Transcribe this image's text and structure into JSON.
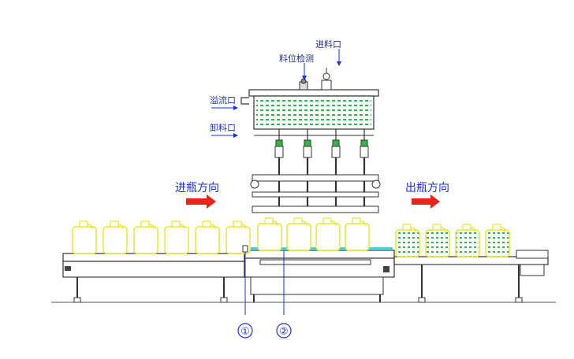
{
  "labels": {
    "feed_inlet": "进料口",
    "level_detection": "料位检测",
    "overflow_port": "溢流口",
    "discharge_port": "卸料口",
    "bottle_in_direction": "进瓶方向",
    "bottle_out_direction": "出瓶方向",
    "callout_1": "①",
    "callout_2": "②"
  },
  "colors": {
    "line": "#333333",
    "label_blue": "#1a2fd6",
    "arrow_red": "#e8231c",
    "bottle_outline": "#e6e62a",
    "tank_fill": "#2db84a",
    "nozzle_cyan": "#29c9d6",
    "callout_blue": "#1a2fd6"
  },
  "bottles": {
    "incoming_empty": 6,
    "under_filling": 4,
    "outgoing_filled": 4
  },
  "nozzle_count": 4
}
